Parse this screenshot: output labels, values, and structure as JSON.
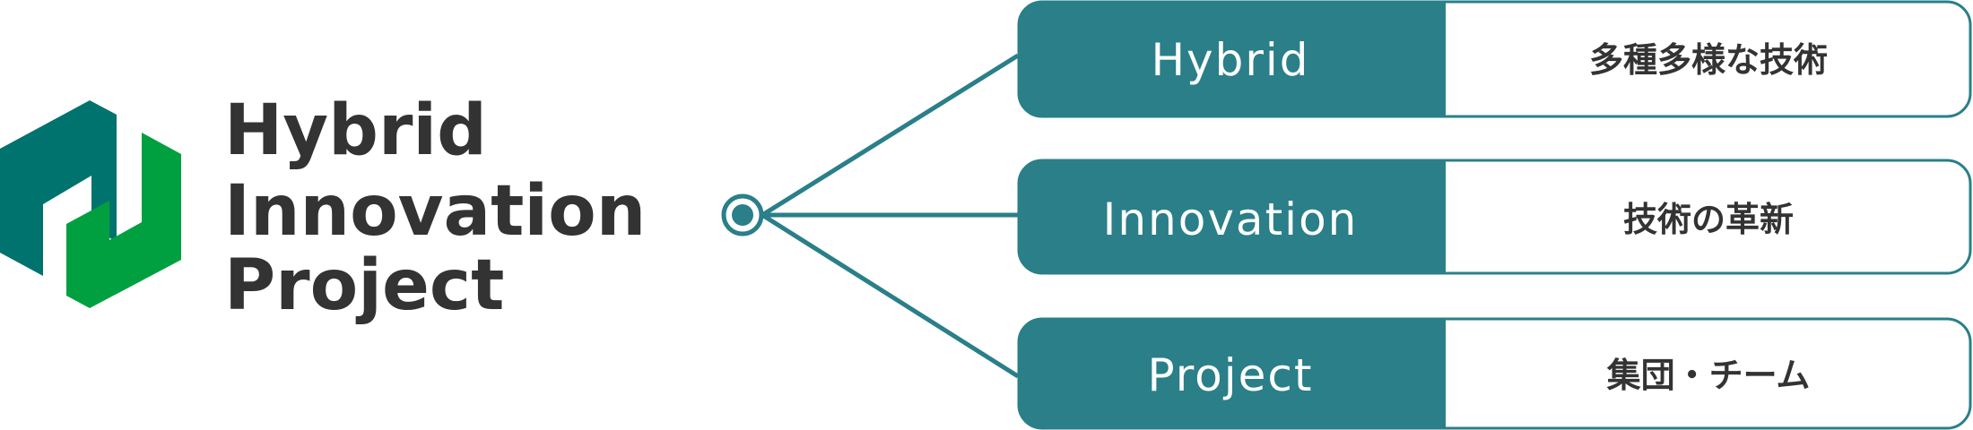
{
  "logo": {
    "title_lines": [
      "Hybrid",
      "Innovation",
      "Project"
    ]
  },
  "colors": {
    "teal": "#2a7f89",
    "teal_dark": "#00736e",
    "green": "#00a040",
    "text_dark": "#333333",
    "white": "#ffffff"
  },
  "terms": [
    {
      "term": "Hybrid",
      "meaning": "多種多様な技術"
    },
    {
      "term": "Innovation",
      "meaning": "技術の革新"
    },
    {
      "term": "Project",
      "meaning": "集団・チーム"
    }
  ]
}
